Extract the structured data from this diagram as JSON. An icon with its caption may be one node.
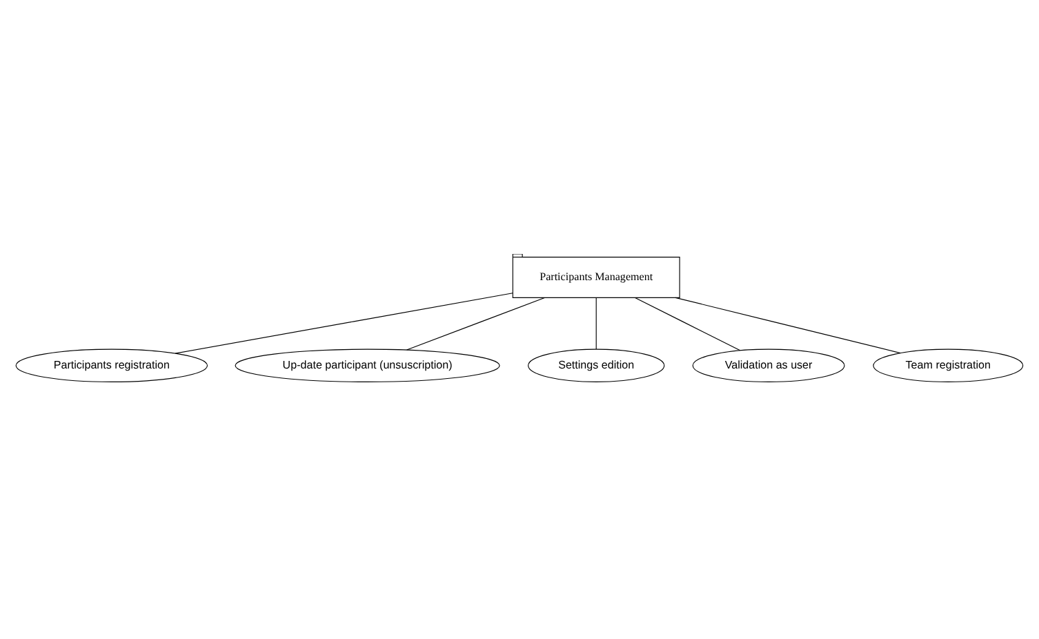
{
  "diagram": {
    "nodes": [
      {
        "text": [
          "Participants Management"
        ]
      },
      {
        "text": [
          "Participants registration"
        ]
      },
      {
        "text": [
          "Up-date participant (unsuscription)"
        ]
      },
      {
        "text": [
          "Settings edition"
        ]
      },
      {
        "text": [
          "Validation as user"
        ]
      },
      {
        "text": [
          "Team registration"
        ]
      }
    ],
    "edges": [
      {
        "from": 0,
        "to": 1,
        "arrow": "none"
      },
      {
        "from": 0,
        "to": 2,
        "arrow": "none"
      },
      {
        "from": 0,
        "to": 3,
        "arrow": "none"
      },
      {
        "from": 0,
        "to": 4,
        "arrow": "none"
      },
      {
        "from": 0,
        "to": 5,
        "arrow": "none"
      }
    ]
  }
}
